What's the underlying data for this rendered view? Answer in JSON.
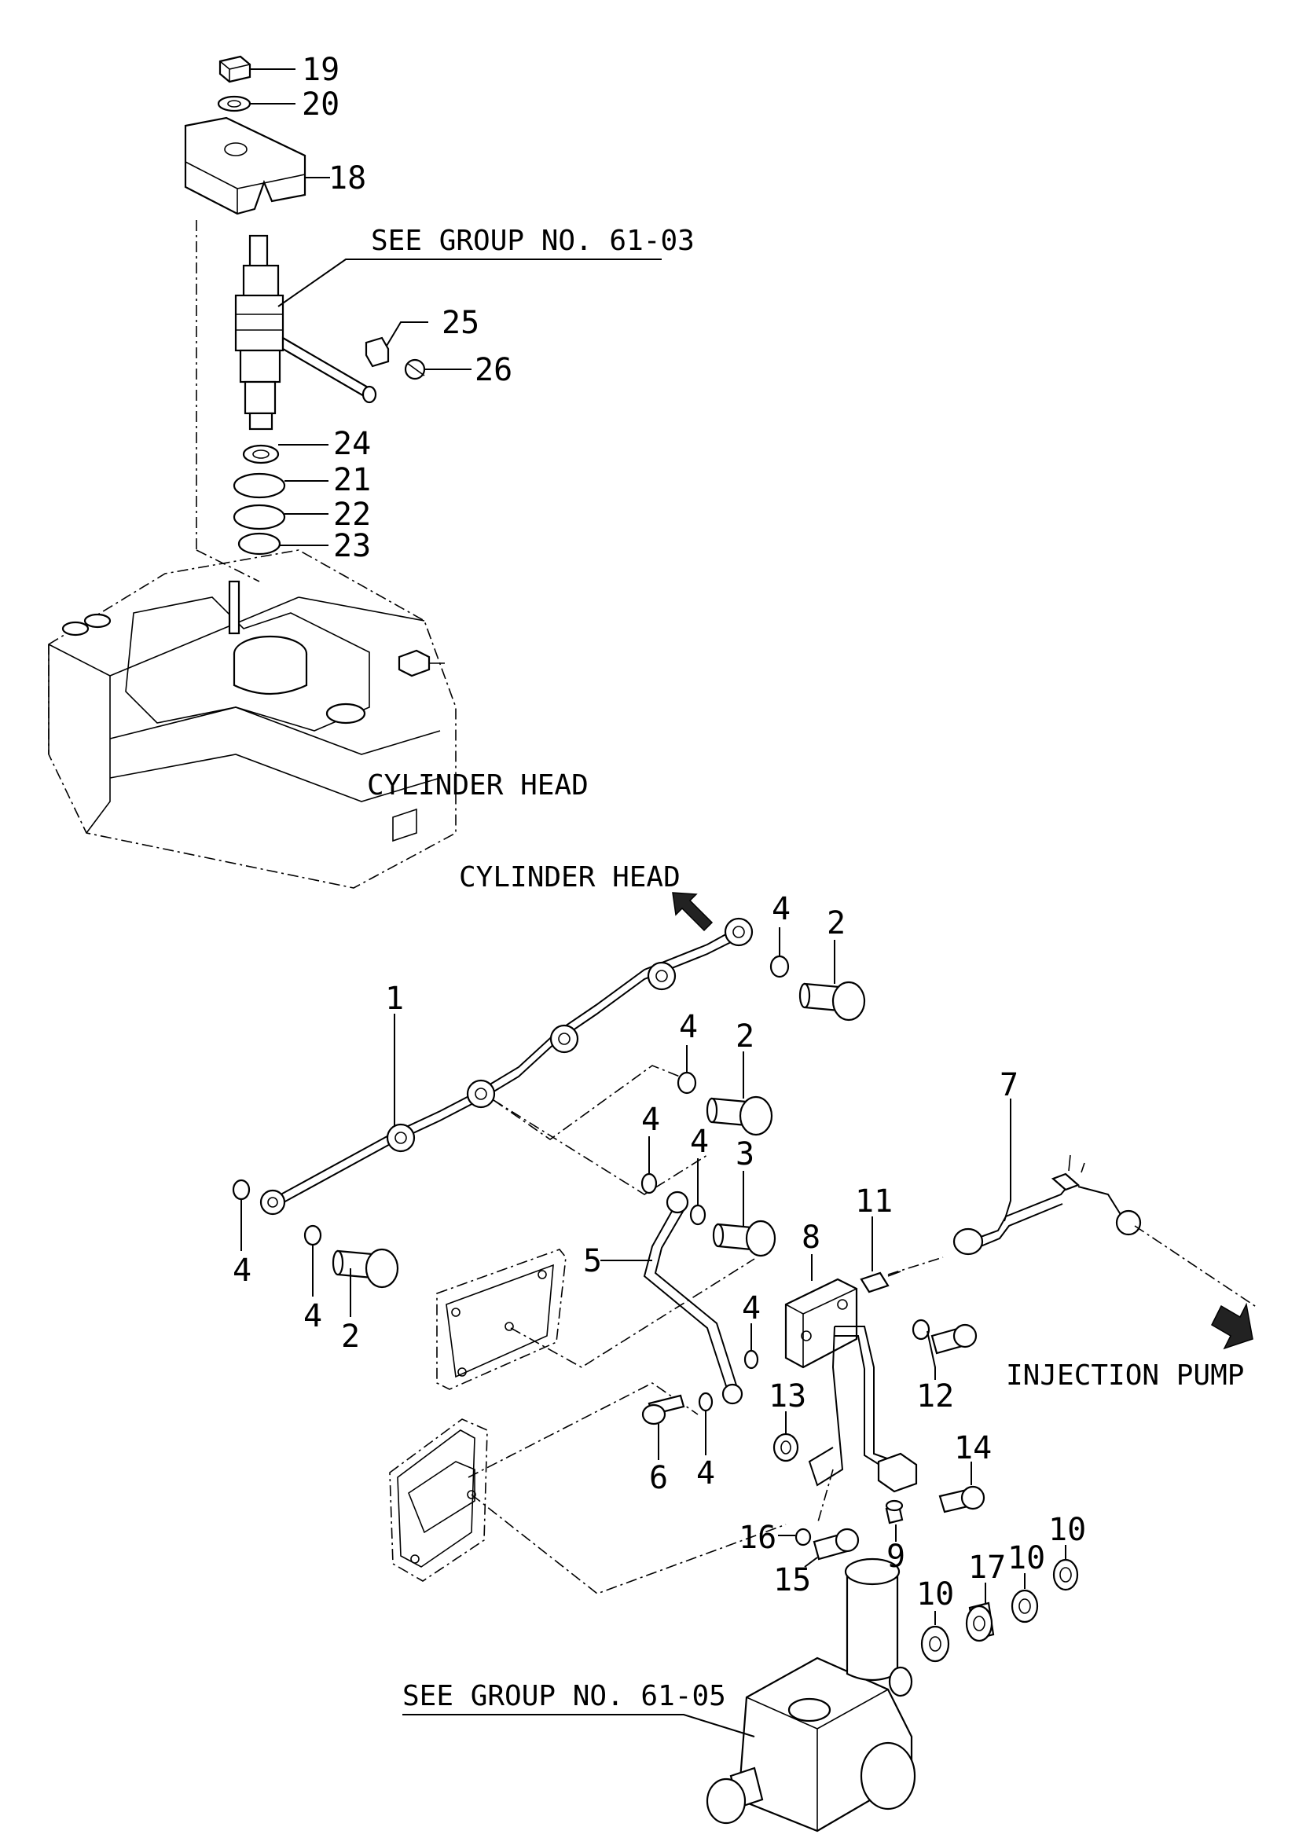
{
  "annotations": {
    "see_group_top": "SEE GROUP NO. 61-03",
    "see_group_bottom": "SEE GROUP NO. 61-05",
    "cylinder_head_1": "CYLINDER HEAD",
    "cylinder_head_2": "CYLINDER HEAD",
    "injection_pump": "INJECTION PUMP"
  },
  "callouts": {
    "p19": "19",
    "p20": "20",
    "p18": "18",
    "p25": "25",
    "p26": "26",
    "p24": "24",
    "p21": "21",
    "p22": "22",
    "p23": "23",
    "p4a": "4",
    "p2a": "2",
    "p1": "1",
    "p4b": "4",
    "p2b": "2",
    "p4c": "4",
    "p4d": "4",
    "p3": "3",
    "p7": "7",
    "p11": "11",
    "p8": "8",
    "p5": "5",
    "p4e": "4",
    "p4f": "4",
    "p4g": "4",
    "p2c": "2",
    "p4h": "4",
    "p12": "12",
    "p13": "13",
    "p6": "6",
    "p14": "14",
    "p9": "9",
    "p16": "16",
    "p15": "15",
    "p10a": "10",
    "p17": "17",
    "p10b": "10",
    "p10c": "10"
  }
}
